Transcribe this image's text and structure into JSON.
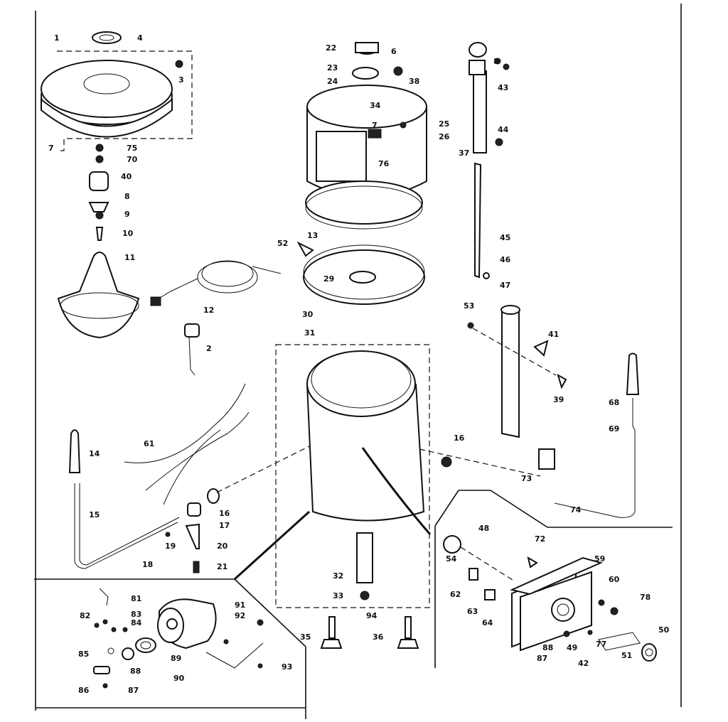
{
  "diagram": {
    "callouts": [
      {
        "id": "c1",
        "text": "1"
      },
      {
        "id": "c4",
        "text": "4"
      },
      {
        "id": "c3",
        "text": "3"
      },
      {
        "id": "c7a",
        "text": "7"
      },
      {
        "id": "c75",
        "text": "75"
      },
      {
        "id": "c70",
        "text": "70"
      },
      {
        "id": "c40",
        "text": "40"
      },
      {
        "id": "c8a",
        "text": "8"
      },
      {
        "id": "c9",
        "text": "9"
      },
      {
        "id": "c10",
        "text": "10"
      },
      {
        "id": "c11",
        "text": "11"
      },
      {
        "id": "c22",
        "text": "22"
      },
      {
        "id": "c23",
        "text": "23"
      },
      {
        "id": "c24",
        "text": "24"
      },
      {
        "id": "c6",
        "text": "6"
      },
      {
        "id": "c38",
        "text": "38"
      },
      {
        "id": "c34",
        "text": "34"
      },
      {
        "id": "c7b",
        "text": "7"
      },
      {
        "id": "c25",
        "text": "25"
      },
      {
        "id": "c26",
        "text": "26"
      },
      {
        "id": "c76",
        "text": "76"
      },
      {
        "id": "c13",
        "text": "13"
      },
      {
        "id": "c52",
        "text": "52"
      },
      {
        "id": "c29",
        "text": "29"
      },
      {
        "id": "c30",
        "text": "30"
      },
      {
        "id": "c8b",
        "text": "8"
      },
      {
        "id": "c43",
        "text": "43"
      },
      {
        "id": "c44",
        "text": "44"
      },
      {
        "id": "c37",
        "text": "37"
      },
      {
        "id": "c45",
        "text": "45"
      },
      {
        "id": "c46",
        "text": "46"
      },
      {
        "id": "c47",
        "text": "47"
      },
      {
        "id": "c53",
        "text": "53"
      },
      {
        "id": "c41",
        "text": "41"
      },
      {
        "id": "c39",
        "text": "39"
      },
      {
        "id": "c12",
        "text": "12"
      },
      {
        "id": "c2",
        "text": "2"
      },
      {
        "id": "c31",
        "text": "31"
      },
      {
        "id": "c61",
        "text": "61"
      },
      {
        "id": "c14",
        "text": "14"
      },
      {
        "id": "c15",
        "text": "15"
      },
      {
        "id": "c16a",
        "text": "16"
      },
      {
        "id": "c17",
        "text": "17"
      },
      {
        "id": "c19",
        "text": "19"
      },
      {
        "id": "c18",
        "text": "18"
      },
      {
        "id": "c20",
        "text": "20"
      },
      {
        "id": "c21",
        "text": "21"
      },
      {
        "id": "c16b",
        "text": "16"
      },
      {
        "id": "c68",
        "text": "68"
      },
      {
        "id": "c69",
        "text": "69"
      },
      {
        "id": "c73",
        "text": "73"
      },
      {
        "id": "c74",
        "text": "74"
      },
      {
        "id": "c48",
        "text": "48"
      },
      {
        "id": "c72",
        "text": "72"
      },
      {
        "id": "c59",
        "text": "59"
      },
      {
        "id": "c54",
        "text": "54"
      },
      {
        "id": "c62a",
        "text": "62"
      },
      {
        "id": "c63",
        "text": "63"
      },
      {
        "id": "c64",
        "text": "64"
      },
      {
        "id": "c60",
        "text": "60"
      },
      {
        "id": "c78",
        "text": "78"
      },
      {
        "id": "c50",
        "text": "50"
      },
      {
        "id": "c88",
        "text": "88"
      },
      {
        "id": "c87",
        "text": "87"
      },
      {
        "id": "c49",
        "text": "49"
      },
      {
        "id": "c77",
        "text": "77"
      },
      {
        "id": "c42",
        "text": "42"
      },
      {
        "id": "c51",
        "text": "51"
      },
      {
        "id": "c32",
        "text": "32"
      },
      {
        "id": "c33",
        "text": "33"
      },
      {
        "id": "c94",
        "text": "94"
      },
      {
        "id": "c35",
        "text": "35"
      },
      {
        "id": "c36",
        "text": "36"
      },
      {
        "id": "c82",
        "text": "82"
      },
      {
        "id": "c81",
        "text": "81"
      },
      {
        "id": "c83",
        "text": "83"
      },
      {
        "id": "c84",
        "text": "84"
      },
      {
        "id": "c85",
        "text": "85"
      },
      {
        "id": "c86",
        "text": "86"
      },
      {
        "id": "c87b",
        "text": "87"
      },
      {
        "id": "c88b",
        "text": "88"
      },
      {
        "id": "c89",
        "text": "89"
      },
      {
        "id": "c90",
        "text": "90"
      },
      {
        "id": "c91",
        "text": "91"
      },
      {
        "id": "c92",
        "text": "92"
      },
      {
        "id": "c93",
        "text": "93"
      }
    ]
  }
}
